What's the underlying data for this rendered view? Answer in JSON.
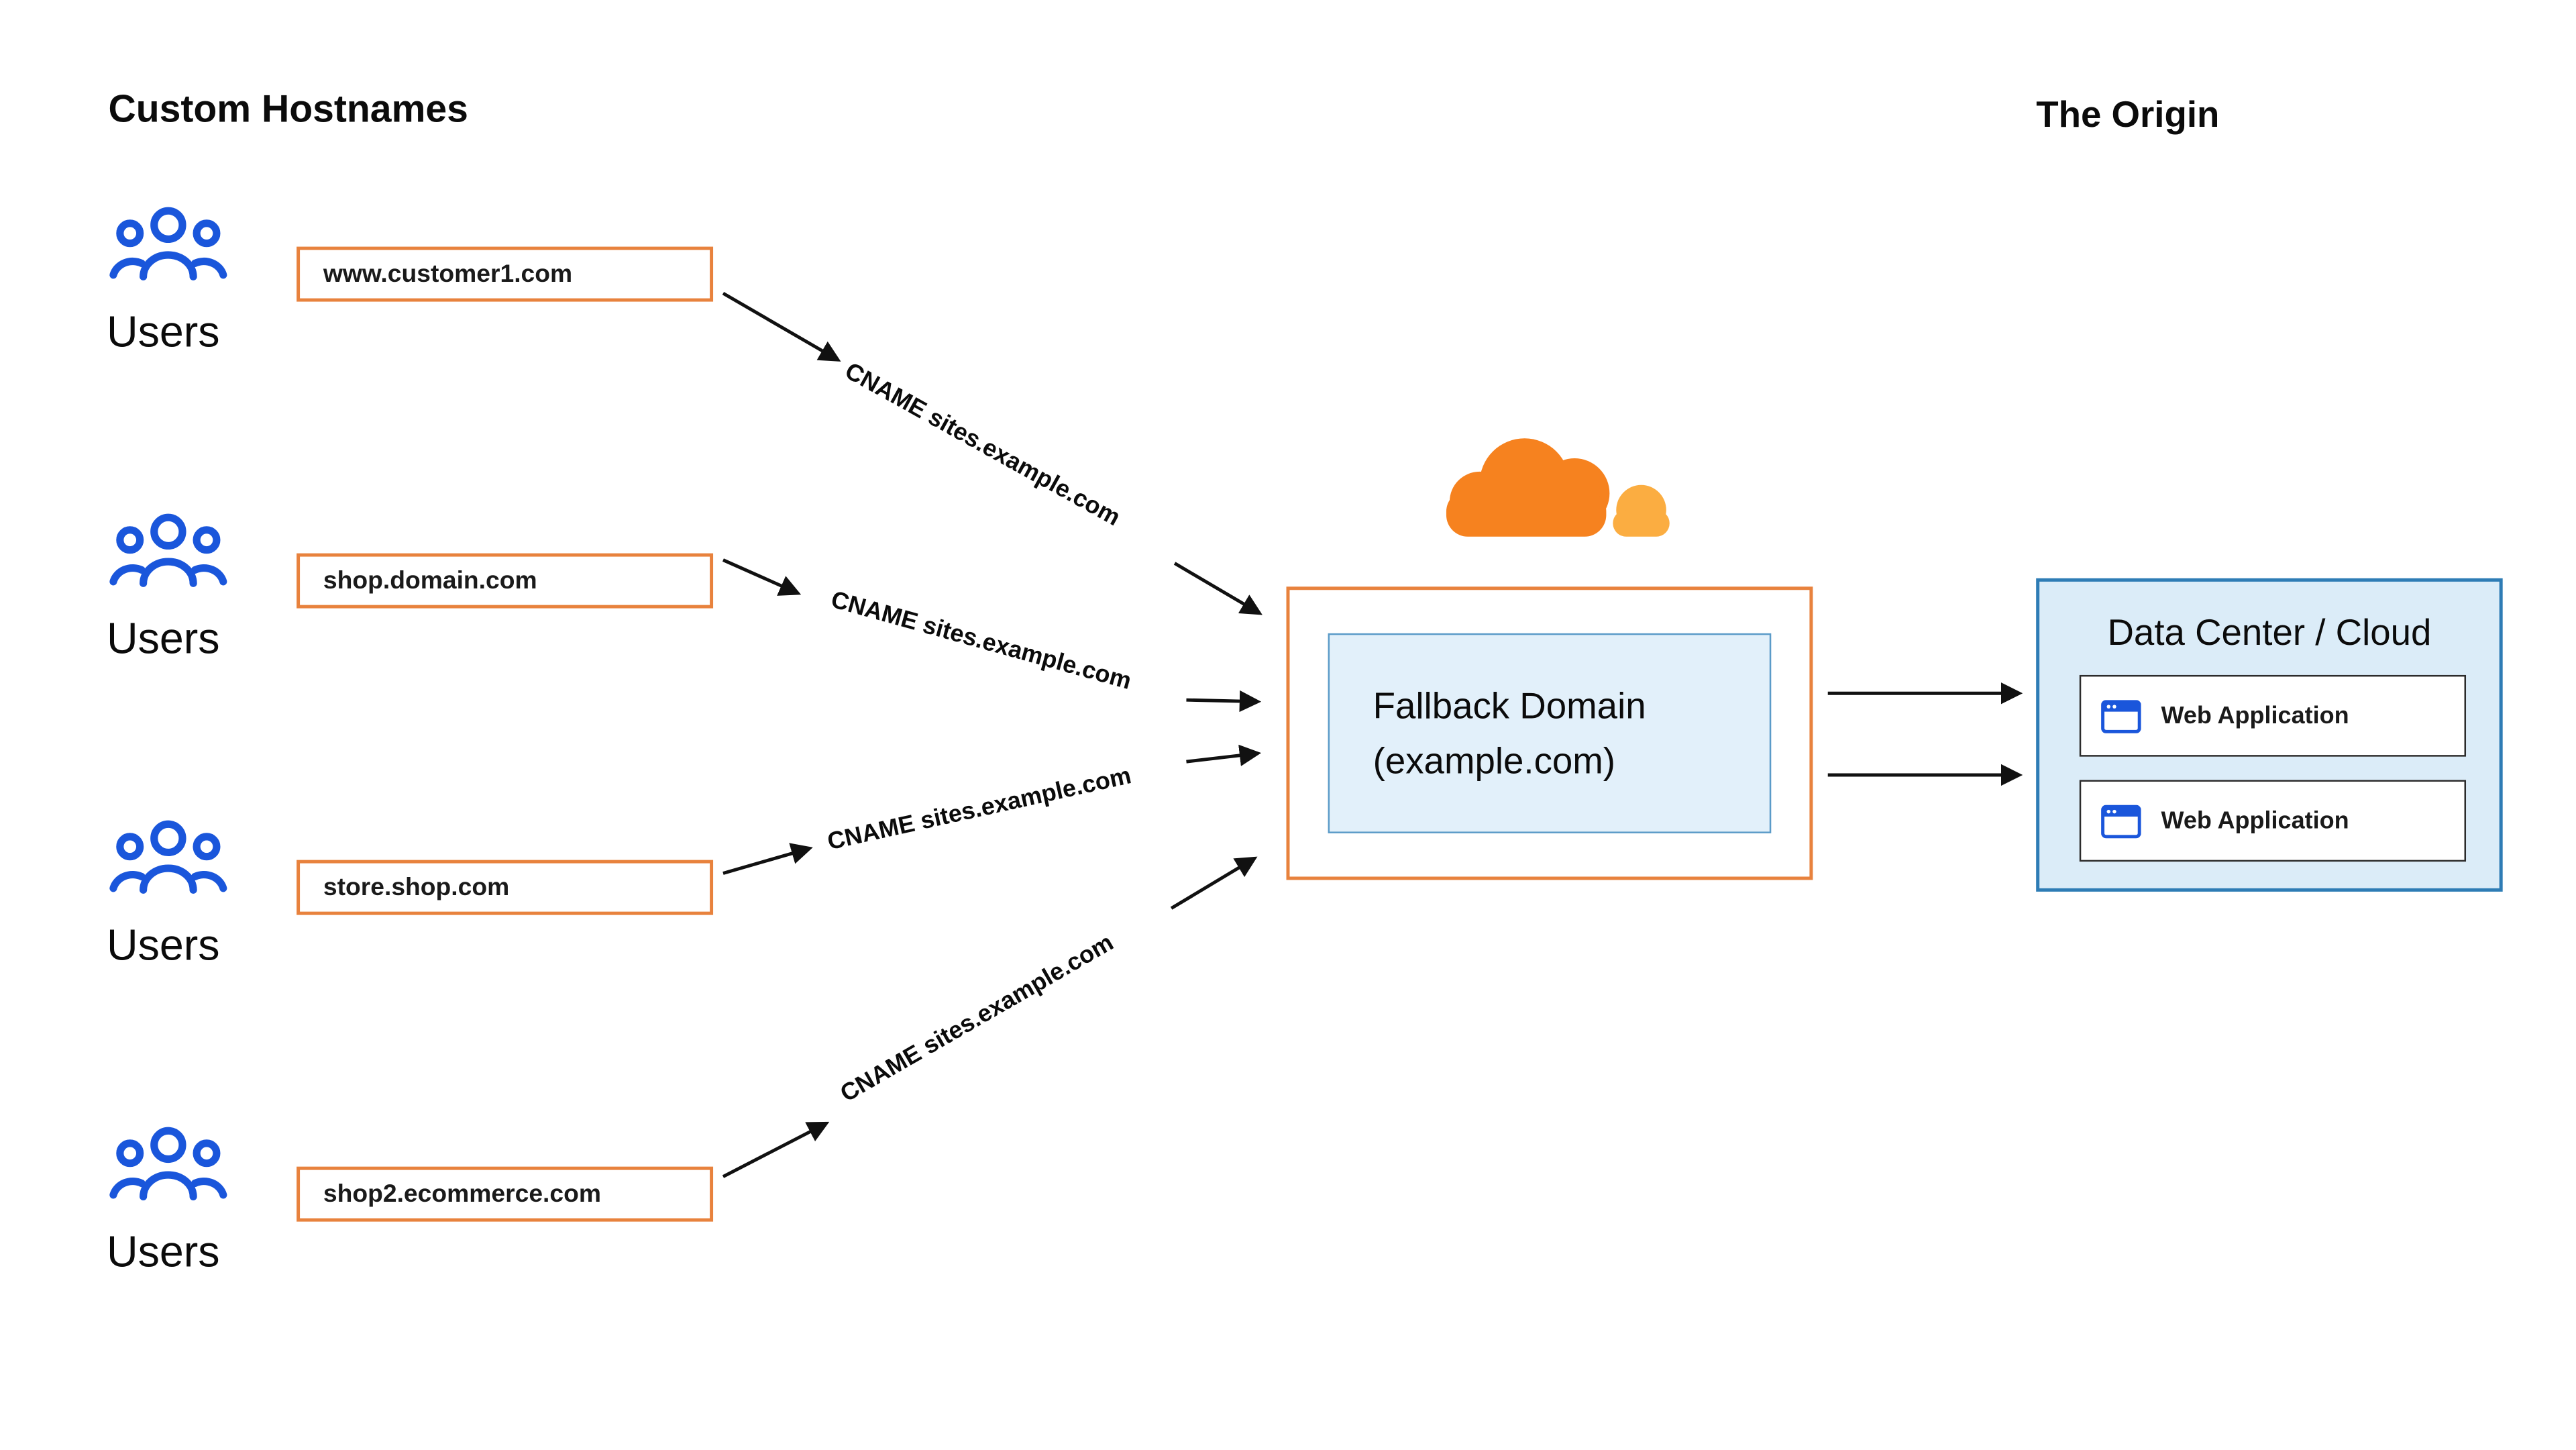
{
  "headers": {
    "custom_hostnames": "Custom Hostnames",
    "the_origin": "The Origin"
  },
  "users_label": "Users",
  "hostnames": [
    "www.customer1.com",
    "shop.domain.com",
    "store.shop.com",
    "shop2.ecommerce.com"
  ],
  "cname_label": "CNAME sites.example.com",
  "fallback": {
    "line1": "Fallback Domain",
    "line2": "(example.com)"
  },
  "origin": {
    "title": "Data Center / Cloud",
    "apps": [
      "Web Application",
      "Web Application"
    ]
  },
  "icons": {
    "users": "users-group-icon",
    "cloudflare": "cloudflare-cloud-logo",
    "browser": "browser-window-icon"
  },
  "colors": {
    "orange": "#F6821F",
    "orange_light": "#FBAD41",
    "box_border_orange": "#E8823D",
    "blue": "#1A56DB",
    "panel_blue_fill": "#DBECF8",
    "panel_blue_border": "#2E7CB5",
    "inner_blue_fill": "#E2F0FA",
    "arrow": "#111111"
  }
}
